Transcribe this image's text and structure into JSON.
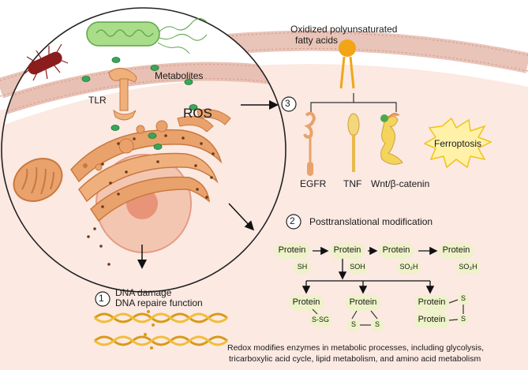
{
  "labels": {
    "metabolites": "Metabolites",
    "tlr": "TLR",
    "ros": "ROS",
    "oxidized_line1": "Oxidized polyunsaturated",
    "oxidized_line2": "fatty acids",
    "step3": "3",
    "step2": "2",
    "step1": "1",
    "ferroptosis": "Ferroptosis",
    "egfr": "EGFR",
    "tnf": "TNF",
    "wnt": "Wnt/β-catenin",
    "ptm": "Posttranslational modification",
    "dna_damage": "DNA damage",
    "dna_repair": "DNA repaire function",
    "footer_line1": "Redox modifies enzymes in metabolic processes, including glycolysis,",
    "footer_line2": "tricarboxylic acid cycle, lipid metabolism, and amino acid metabolism"
  },
  "proteins": {
    "protein": "Protein",
    "sh": "SH",
    "soh": "SOH",
    "so2h": "SO₂H",
    "so3h": "SO₃H",
    "ssg": "S-SG",
    "s": "S"
  },
  "colors": {
    "cell_bg": "#fbe9e2",
    "membrane": "#e3b7aa",
    "organelle": "#e9a26b",
    "organelle_dark": "#c9783e",
    "nucleus": "#f4c8b5",
    "pill": "#eef2c8",
    "fatty_acid": "#f2a516",
    "bacteria_red": "#8b1d1d",
    "bacteria_green": "#8fcf6e",
    "metabolite": "#3aa65a",
    "dna": "#d89a16",
    "ferroptosis_fill": "#fff2a8",
    "ferroptosis_stroke": "#f2c21b"
  }
}
